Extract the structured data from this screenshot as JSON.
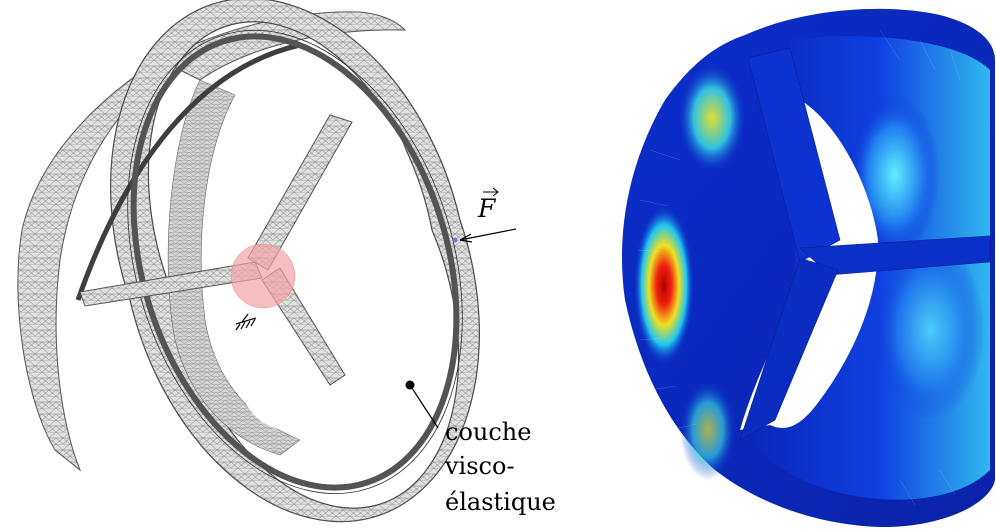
{
  "left_panel": {
    "force_label": "F",
    "layer_label_lines": [
      "couche",
      "visco-",
      "élastique"
    ]
  },
  "colors": {
    "mesh_fill": "#e1e1e1",
    "mesh_line": "#6b6b6b",
    "stiffener_ring": "#5a5a5a",
    "highlight_disc": "#f4a3a6",
    "vibration_low": "#0a2fd0",
    "vibration_mid": "#1ec8f0",
    "vibration_high": "#f0e020",
    "vibration_peak": "#d01010"
  }
}
